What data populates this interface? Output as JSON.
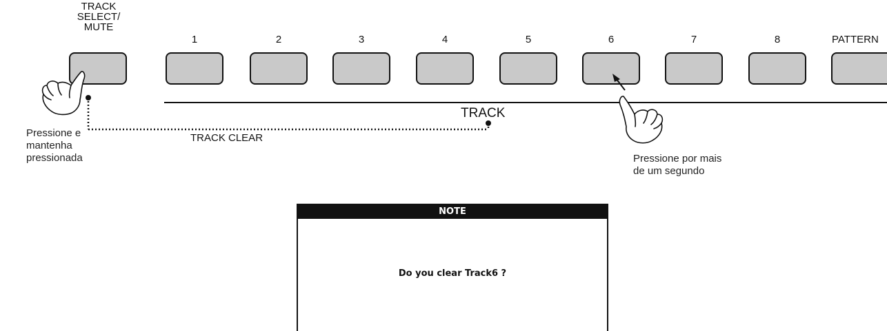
{
  "panel": {
    "track_select_label": "TRACK\nSELECT/\nMUTE",
    "track_buttons": [
      "1",
      "2",
      "3",
      "4",
      "5",
      "6",
      "7",
      "8"
    ],
    "pattern_label": "PATTERN",
    "track_group_label": "TRACK",
    "track_clear_label": "TRACK  CLEAR"
  },
  "captions": {
    "left": "Pressione e\nmantenha\npressionada",
    "right": "Pressione por mais\nde um segundo"
  },
  "display": {
    "title": "NOTE",
    "message": "Do you clear Track6 ?"
  },
  "icons": {
    "left_hand": "pointing-hand-icon",
    "right_hand": "pointing-hand-icon"
  }
}
